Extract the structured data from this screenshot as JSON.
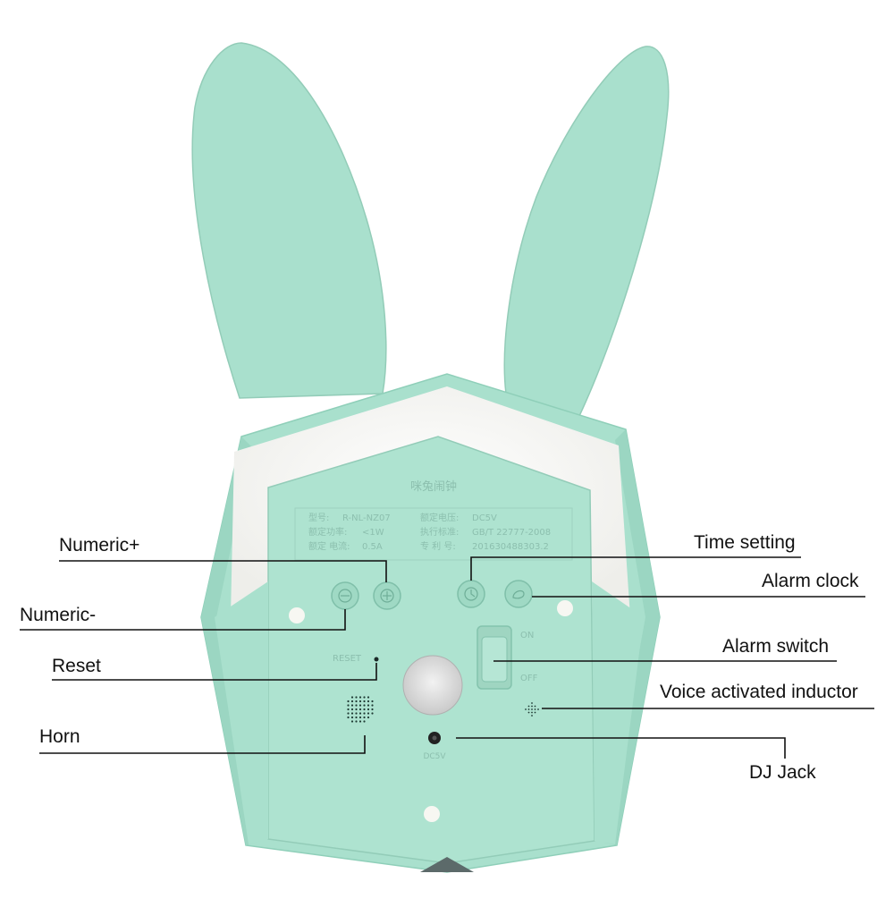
{
  "product": {
    "name_cn": "咪兔闹钟",
    "label_rows": [
      [
        "型号:",
        "R-NL-NZ07",
        "额定电压:",
        "DC5V"
      ],
      [
        "额定功率:",
        "<1W",
        "执行标准:",
        "GB/T 22777-2008"
      ],
      [
        "额定 电流:",
        "0.5A",
        "专 利 号:",
        "201630488303.2"
      ]
    ],
    "reset_label": "RESET",
    "switch_on": "ON",
    "switch_off": "OFF",
    "dc_label": "DC5V"
  },
  "callouts": {
    "numeric_plus": "Numeric+",
    "numeric_minus": "Numeric-",
    "reset": "Reset",
    "horn": "Horn",
    "time_setting": "Time setting",
    "alarm_clock": "Alarm clock",
    "alarm_switch": "Alarm switch",
    "voice_inductor": "Voice activated inductor",
    "dj_jack": "DJ Jack"
  },
  "colors": {
    "mint": "#a9e0cd",
    "mint_dark": "#8fcfb9",
    "glow": "#f7f7f5",
    "line": "#111111"
  }
}
